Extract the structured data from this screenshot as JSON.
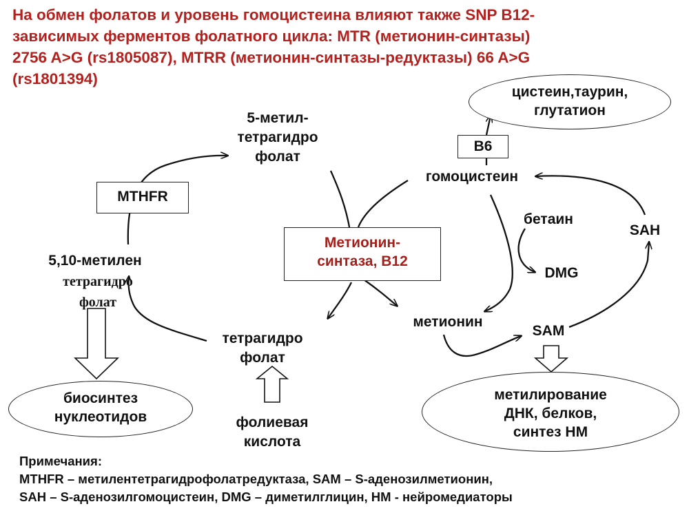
{
  "title": {
    "line1": "На обмен фолатов и уровень гомоцистеина влияют также SNP B12-",
    "line2": "зависимых ферментов фолатного цикла: MTR (метионин-синтазы)",
    "line3": "2756 A>G (rs1805087), MTRR (метионин-синтазы-редуктазы) 66 A>G",
    "line4": "(rs1801394)"
  },
  "nodes": {
    "methyl_thf": [
      "5-метил-",
      "тетрагидро",
      "фолат"
    ],
    "mthfr": "MTHFR",
    "methylene_thf": [
      "5,10-метилен",
      "тетрагидро",
      "фолат"
    ],
    "methionine_synthase": [
      "Метионин-",
      "синтаза, B12"
    ],
    "thf": [
      "тетрагидро",
      "фолат"
    ],
    "folic_acid": [
      "фолиевая",
      "кислота"
    ],
    "nucleotide_synthesis": [
      "биосинтез",
      "нуклеотидов"
    ],
    "b6": "B6",
    "cysteine": [
      "цистеин,таурин,",
      "глутатион"
    ],
    "homocysteine": "гомоцистеин",
    "betaine": "бетаин",
    "dmg": "DMG",
    "sah": "SAH",
    "methionine": "метионин",
    "sam": "SAM",
    "methylation": [
      "метилирование",
      "ДНК, белков,",
      "синтез НМ"
    ]
  },
  "notes": {
    "heading": "Примечания:",
    "line1": "MTHFR – метилентетрагидрофолатредуктаза, SAM – S-аденозилметионин,",
    "line2": "SAH – S-аденозилгомоцистеин, DMG – диметилглицин, НМ - нейромедиаторы"
  },
  "colors": {
    "title": "#b3211e",
    "enzyme": "#a51f1a",
    "stroke": "#111111"
  }
}
